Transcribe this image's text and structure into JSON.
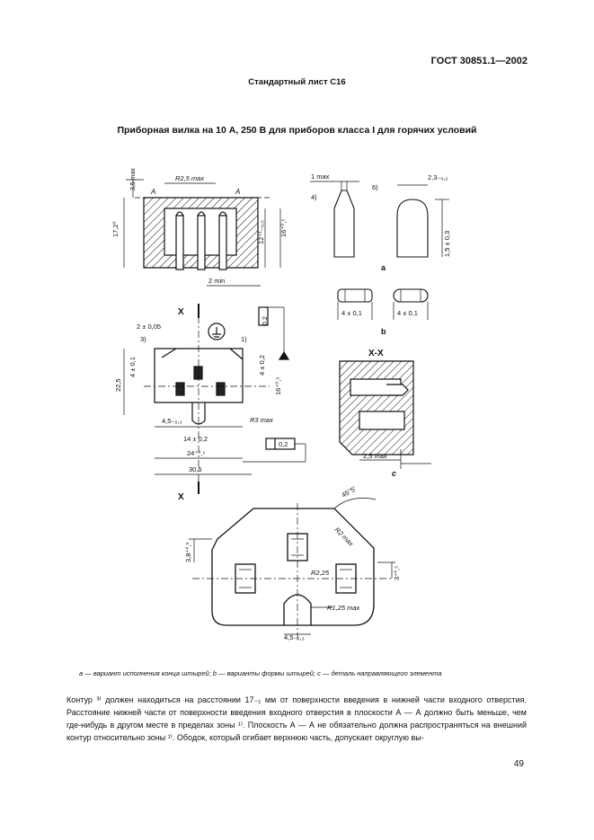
{
  "header": {
    "standard": "ГОСТ 30851.1—2002"
  },
  "sheet_label": "Стандартный лист C16",
  "title": "Приборная вилка на 10 А, 250 В для приборов класса I для горячих условий",
  "fig1": {
    "dim_3_5max": "3,5 max",
    "dim_r2_5max": "R2,5 max",
    "label_a_left": "A",
    "label_a_right": "A",
    "dim_17": "17,2⁰",
    "dim_12": "12⁺¹₋₀,₅",
    "dim_16": "16⁺⁰,⁵",
    "dim_2min": "2 min"
  },
  "fig_a": {
    "dim_1max": "1 max",
    "note4": "4)",
    "note6": "6)",
    "dim_2_3": "2,3₋₀,₂",
    "dim_1_5": "1,5 ± 0,3",
    "label": "a"
  },
  "fig_b": {
    "dim_left": "4 ± 0,1",
    "dim_right": "4 ± 0,1",
    "label": "b"
  },
  "fig2": {
    "section_x_top": "X",
    "section_x_bottom": "X",
    "dim_2_005": "2 ± 0,05",
    "note3": "3)",
    "note1": "1)",
    "dim_4_01": "4 ± 0,1",
    "dim_22_5": "22,5",
    "dim_4_02": "4 ± 0,2",
    "dim_16": "16⁺⁰,⁵",
    "tol_box_top": "0,2",
    "dim_r3max": "R3 max",
    "dim_4_5": "4,5₋₀,₃",
    "dim_14": "14 ± 0,2",
    "dim_24": "24⁺⁰,⁵",
    "dim_30_5": "30,5",
    "tol_box_bottom": "0,2"
  },
  "fig_xx": {
    "label": "X-X",
    "dim_2_5max": "2,5 max",
    "label_c": "c"
  },
  "fig3": {
    "dim_45": "45°5'",
    "dim_r2max": "R2 max",
    "dim_3_8": "3,8⁺⁰,³",
    "dim_r2_25": "R2,25",
    "dim_3": "3⁺⁰,⁵",
    "dim_r1_25max": "R1,25 max",
    "dim_4_5": "4,5₋₀,₃"
  },
  "caption": "а — вариант исполнения конца штырей; b — варианты формы штырей; с — деталь направляющего элемента",
  "body": [
    "Контур ³⁾ должен находиться на расстоянии 17₋₁ мм от поверхности введения в нижней части входного отверстия. Расстояние нижней части от поверхности введения входного отверстия в плоскости А — А должно быть меньше, чем где-нибудь в другом месте в пределах зоны ¹⁾. Плоскость А — А не обязательно должна распространяться на внешний контур относительно зоны ¹⁾. Ободок, который огибает верхнюю часть, допускает округлую вы-"
  ],
  "page_number": "49"
}
